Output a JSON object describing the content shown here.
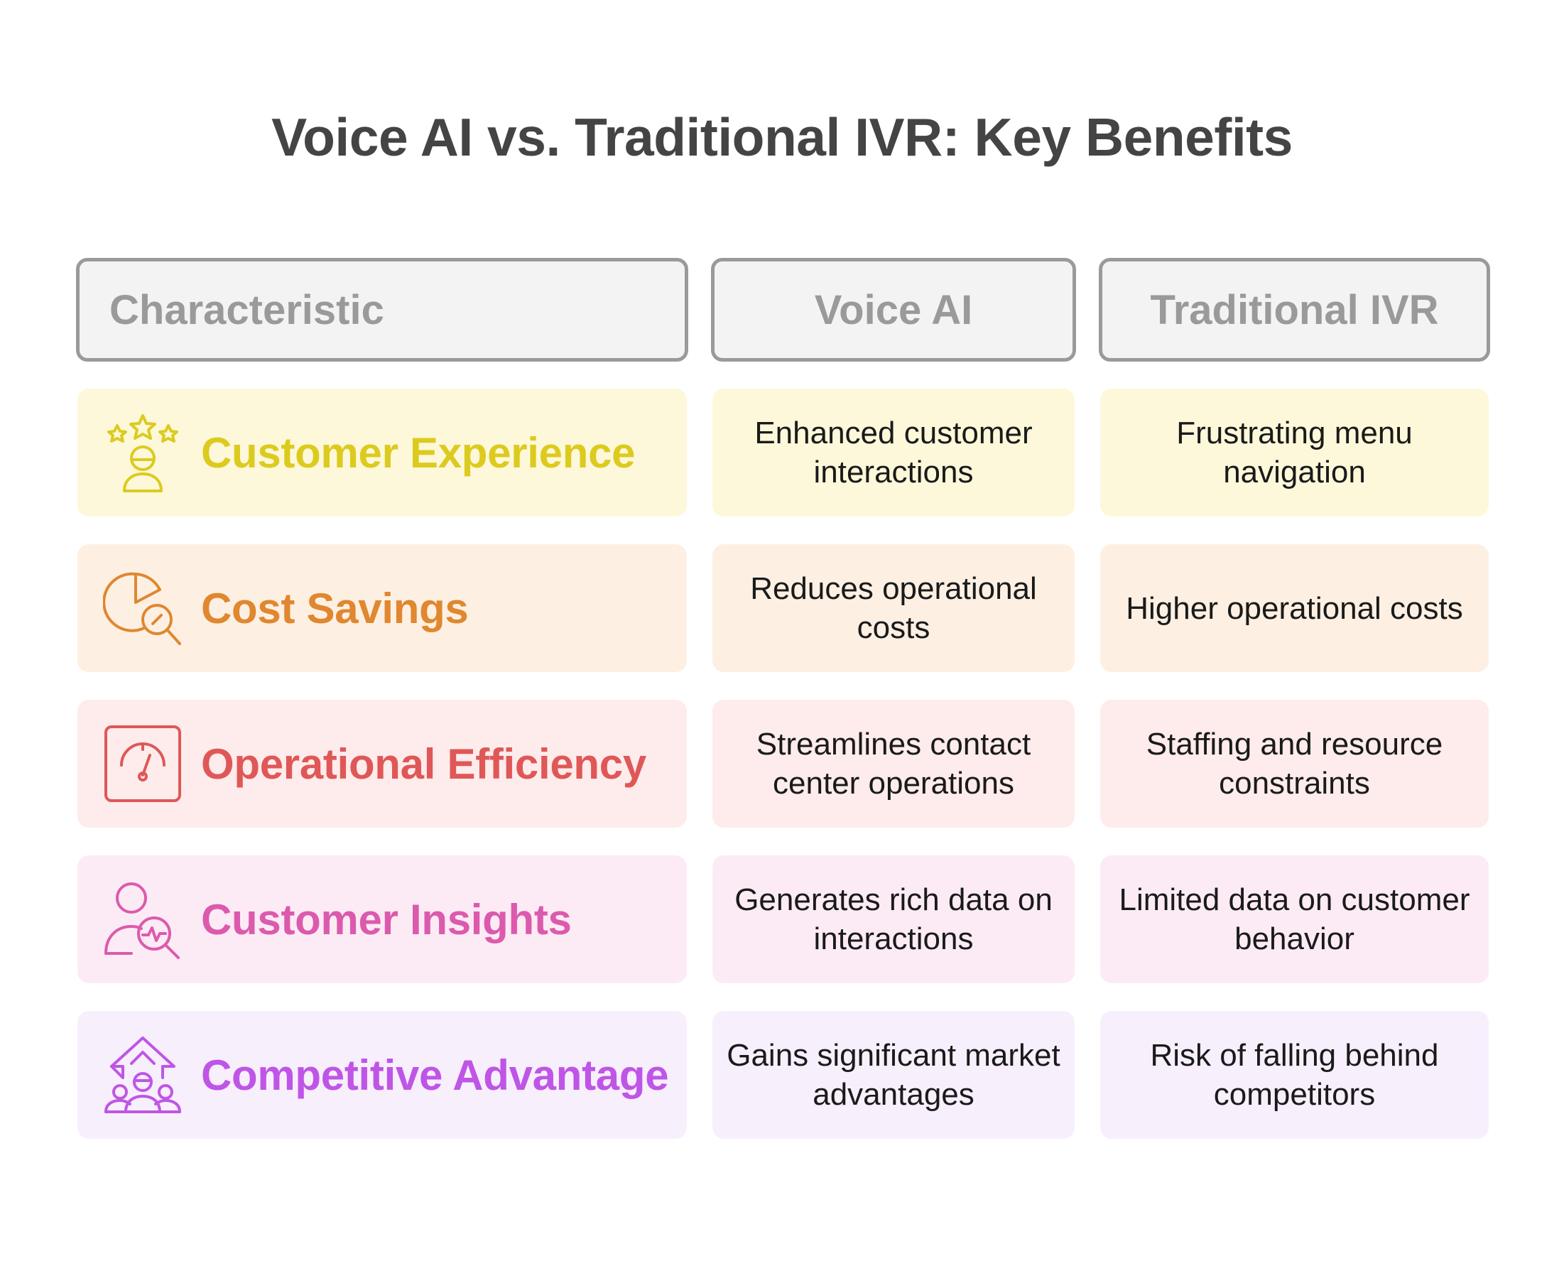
{
  "title": "Voice AI vs. Traditional IVR: Key Benefits",
  "headers": {
    "characteristic": "Characteristic",
    "voice_ai": "Voice AI",
    "traditional_ivr": "Traditional IVR"
  },
  "rows": [
    {
      "characteristic": "Customer Experience",
      "voice_ai": "Enhanced customer interactions",
      "traditional_ivr": "Frustrating menu navigation",
      "color": "#dccb1e",
      "icon": "customer-experience-icon"
    },
    {
      "characteristic": "Cost Savings",
      "voice_ai": "Reduces operational costs",
      "traditional_ivr": "Higher operational costs",
      "color": "#e0872f",
      "icon": "cost-savings-icon"
    },
    {
      "characteristic": "Operational Efficiency",
      "voice_ai": "Streamlines contact center operations",
      "traditional_ivr": "Staffing and resource constraints",
      "color": "#e05757",
      "icon": "efficiency-gauge-icon"
    },
    {
      "characteristic": "Customer Insights",
      "voice_ai": "Generates rich data on interactions",
      "traditional_ivr": "Limited data on customer behavior",
      "color": "#dc5aad",
      "icon": "customer-insights-icon"
    },
    {
      "characteristic": "Competitive Advantage",
      "voice_ai": "Gains significant market advantages",
      "traditional_ivr": "Risk of falling behind competitors",
      "color": "#bf55e6",
      "icon": "competitive-advantage-icon"
    }
  ]
}
